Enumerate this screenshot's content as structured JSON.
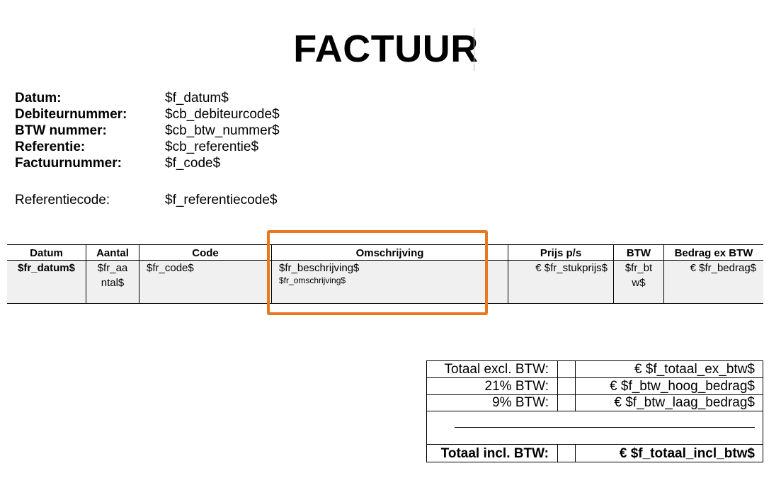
{
  "title": "FACTUUR",
  "info": [
    {
      "label": "Datum:",
      "value": "$f_datum$",
      "bold": true
    },
    {
      "label": "Debiteurnummer:",
      "value": "$cb_debiteurcode$",
      "bold": true
    },
    {
      "label": "BTW nummer:",
      "value": "$cb_btw_nummer$",
      "bold": true
    },
    {
      "label": "Referentie:",
      "value": "$cb_referentie$",
      "bold": true
    },
    {
      "label": "Factuurnummer:",
      "value": "$f_code$",
      "bold": true
    }
  ],
  "reference": {
    "label": "Referentiecode:",
    "value": "$f_referentiecode$"
  },
  "items_table": {
    "headers": {
      "datum": "Datum",
      "aantal": "Aantal",
      "code": "Code",
      "omschrijving": "Omschrijving",
      "prijs": "Prijs p/s",
      "btw": "BTW",
      "bedrag": "Bedrag ex BTW"
    },
    "row": {
      "datum": "$fr_datum$",
      "aantal_1": "$fr_aa",
      "aantal_2": "ntal$",
      "code": "$fr_code$",
      "beschrijving": "$fr_beschrijving$",
      "omschrijving": "$fr_omschrijving$",
      "prijs": "€ $fr_stukprijs$",
      "btw_1": "$fr_bt",
      "btw_2": "w$",
      "bedrag": "€ $fr_bedrag$"
    }
  },
  "highlight_color": "#e87722",
  "totals": {
    "excl_label": "Totaal excl. BTW:",
    "excl_value": "€ $f_totaal_ex_btw$",
    "high_label": "21% BTW:",
    "high_value": "€ $f_btw_hoog_bedrag$",
    "low_label": "9% BTW:",
    "low_value": "€ $f_btw_laag_bedrag$",
    "incl_label": "Totaal incl. BTW:",
    "incl_value": "€ $f_totaal_incl_btw$"
  }
}
